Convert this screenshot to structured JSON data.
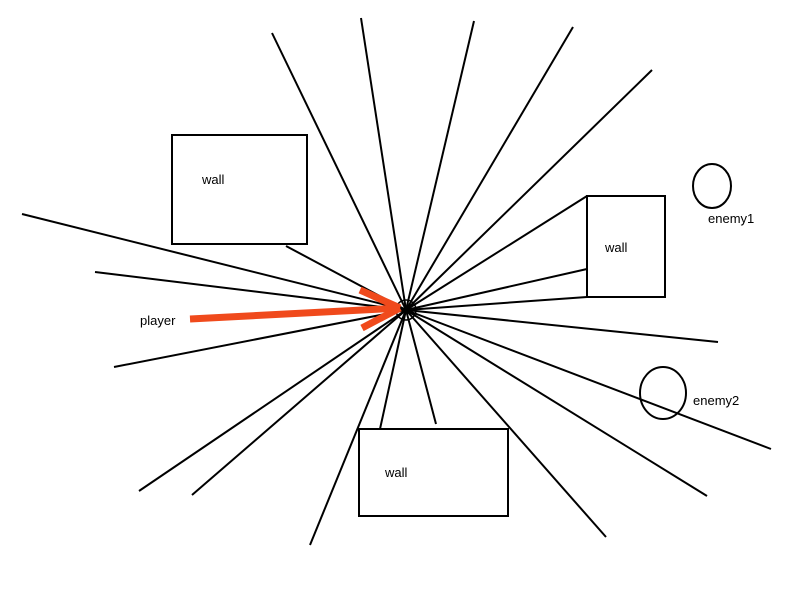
{
  "labels": {
    "player": "player",
    "wall_top_left": "wall",
    "wall_right": "wall",
    "wall_bottom": "wall",
    "enemy1": "enemy1",
    "enemy2": "enemy2"
  },
  "colors": {
    "background": "#ffffff",
    "stroke": "#000000",
    "player_arrow": "#f04a1c"
  }
}
